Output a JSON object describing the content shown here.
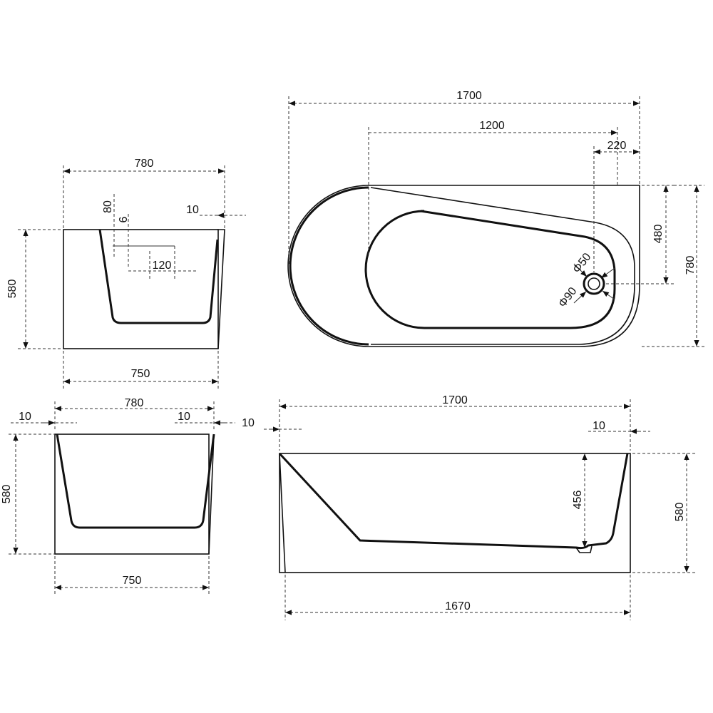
{
  "side_view_left": {
    "width_outer": "780",
    "rim_height": "80",
    "rim_small": "6",
    "wall": "10",
    "overflow_offset": "120",
    "height": "580",
    "width_base": "750"
  },
  "top_view": {
    "length": "1700",
    "inner_length": "1200",
    "drain_offset": "220",
    "drain_y": "480",
    "width": "780",
    "drain_inner_dia": "Φ50",
    "drain_outer_dia": "Φ90"
  },
  "end_view": {
    "width_outer": "780",
    "wall_left": "10",
    "wall_right": "10",
    "height": "580",
    "width_base": "750"
  },
  "front_view": {
    "length": "1700",
    "wall_left": "10",
    "wall_right": "10",
    "depth": "456",
    "height": "580",
    "length_base": "1670"
  }
}
